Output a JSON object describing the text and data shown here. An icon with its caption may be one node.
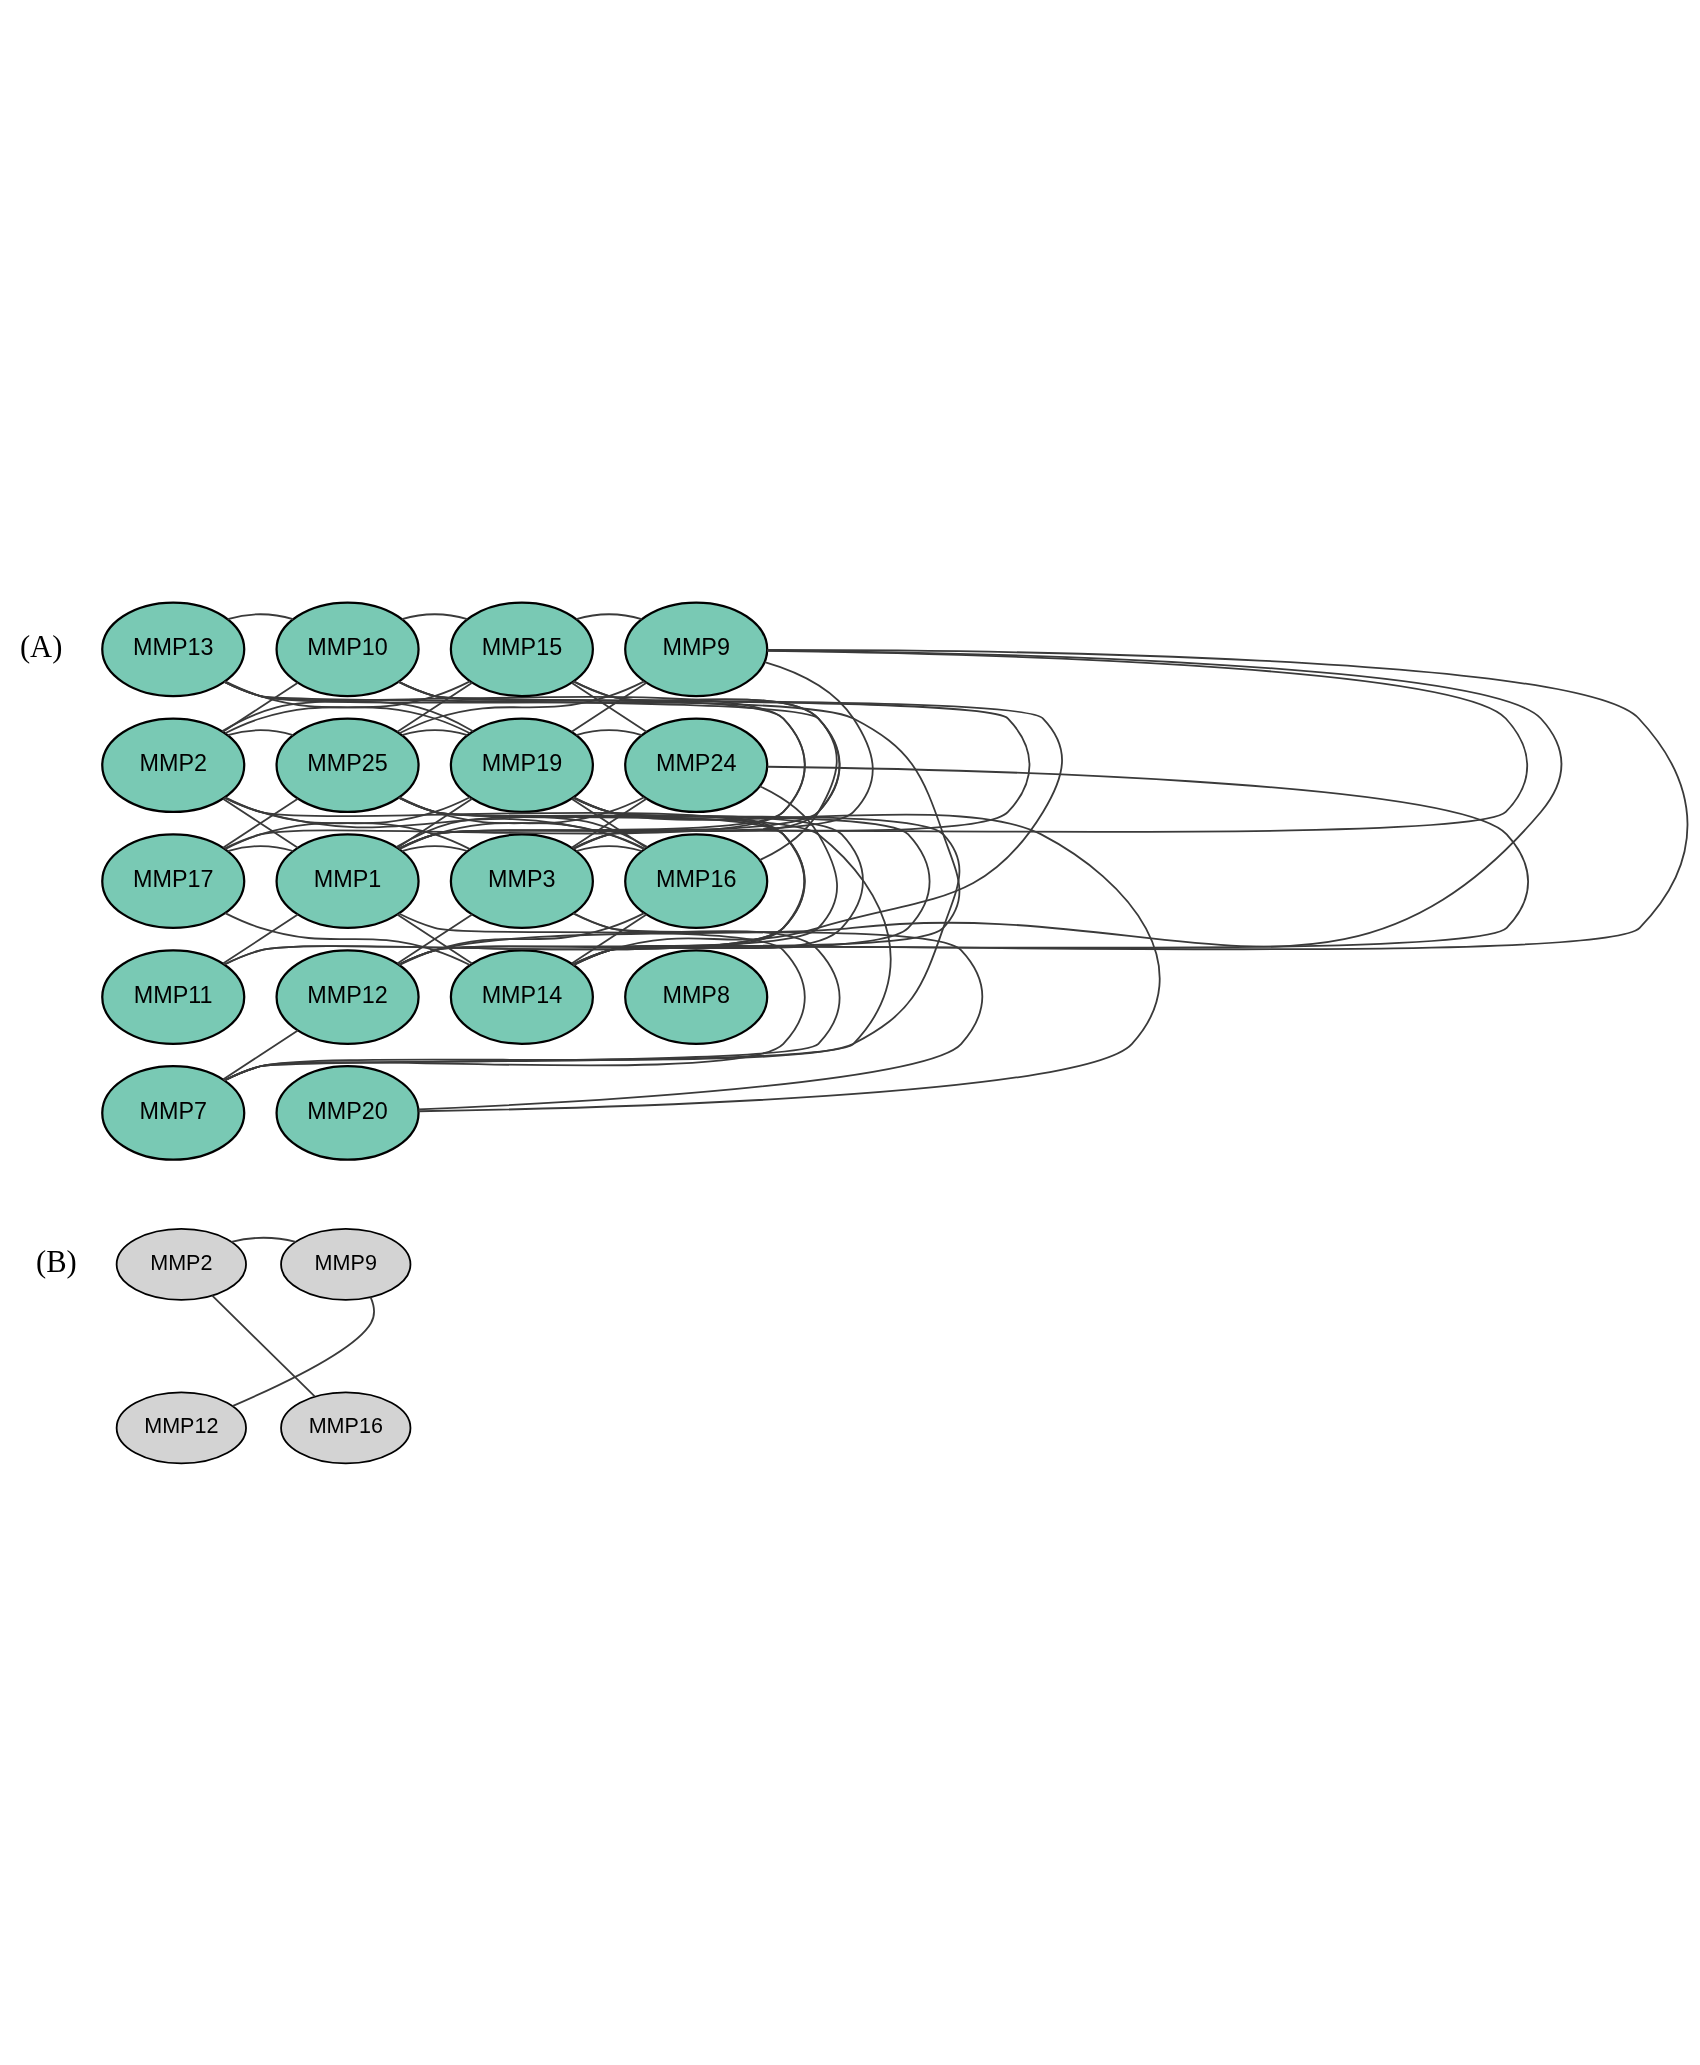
{
  "diagram": {
    "nodes": [
      {
        "text": [
          "MMP13"
        ]
      },
      {
        "text": [
          "MMP10"
        ]
      },
      {
        "text": [
          "MMP15"
        ]
      },
      {
        "text": [
          "MMP9"
        ]
      },
      {
        "text": [
          "MMP2"
        ]
      },
      {
        "text": [
          "MMP25"
        ]
      },
      {
        "text": [
          "MMP19"
        ]
      },
      {
        "text": [
          "MMP24"
        ]
      },
      {
        "text": [
          "MMP17"
        ]
      },
      {
        "text": [
          "MMP1"
        ]
      },
      {
        "text": [
          "MMP3"
        ]
      },
      {
        "text": [
          "MMP16"
        ]
      },
      {
        "text": [
          "MMP11"
        ]
      },
      {
        "text": [
          "MMP12"
        ]
      },
      {
        "text": [
          "MMP14"
        ]
      },
      {
        "text": [
          "MMP8"
        ]
      },
      {
        "text": [
          "MMP7"
        ]
      },
      {
        "text": [
          "MMP20"
        ]
      },
      {
        "text": [
          "MMP2"
        ]
      },
      {
        "text": [
          "MMP9"
        ]
      },
      {
        "text": [
          "MMP12"
        ]
      },
      {
        "text": [
          "MMP16"
        ]
      }
    ],
    "edges": [
      {
        "from": 0,
        "to": 1,
        "arrow": "none"
      },
      {
        "from": 1,
        "to": 2,
        "arrow": "none"
      },
      {
        "from": 2,
        "to": 3,
        "arrow": "none"
      },
      {
        "from": 4,
        "to": 5,
        "arrow": "none"
      },
      {
        "from": 5,
        "to": 6,
        "arrow": "none"
      },
      {
        "from": 6,
        "to": 7,
        "arrow": "none"
      },
      {
        "from": 8,
        "to": 9,
        "arrow": "none"
      },
      {
        "from": 9,
        "to": 10,
        "arrow": "none"
      },
      {
        "from": 10,
        "to": 11,
        "arrow": "none"
      },
      {
        "from": 0,
        "to": 6,
        "arrow": "none"
      },
      {
        "from": 0,
        "to": 9,
        "arrow": "none"
      },
      {
        "from": 0,
        "to": 10,
        "arrow": "none"
      },
      {
        "from": 0,
        "to": 14,
        "arrow": "none"
      },
      {
        "from": 4,
        "to": 1,
        "arrow": "none"
      },
      {
        "from": 4,
        "to": 2,
        "arrow": "none"
      },
      {
        "from": 4,
        "to": 6,
        "arrow": "none"
      },
      {
        "from": 4,
        "to": 9,
        "arrow": "none"
      },
      {
        "from": 4,
        "to": 10,
        "arrow": "none"
      },
      {
        "from": 4,
        "to": 11,
        "arrow": "none"
      },
      {
        "from": 4,
        "to": 14,
        "arrow": "none"
      },
      {
        "from": 8,
        "to": 5,
        "arrow": "none"
      },
      {
        "from": 8,
        "to": 1,
        "arrow": "none"
      },
      {
        "from": 8,
        "to": 6,
        "arrow": "none"
      },
      {
        "from": 8,
        "to": 14,
        "arrow": "none"
      },
      {
        "from": 12,
        "to": 5,
        "arrow": "none"
      },
      {
        "from": 12,
        "to": 9,
        "arrow": "none"
      },
      {
        "from": 12,
        "to": 6,
        "arrow": "none"
      },
      {
        "from": 16,
        "to": 5,
        "arrow": "none"
      },
      {
        "from": 16,
        "to": 9,
        "arrow": "none"
      },
      {
        "from": 16,
        "to": 13,
        "arrow": "none"
      },
      {
        "from": 16,
        "to": 10,
        "arrow": "none"
      },
      {
        "from": 16,
        "to": 6,
        "arrow": "none"
      },
      {
        "from": 13,
        "to": 6,
        "arrow": "none"
      },
      {
        "from": 13,
        "to": 10,
        "arrow": "none"
      },
      {
        "from": 13,
        "to": 3,
        "arrow": "none"
      },
      {
        "from": 13,
        "to": 11,
        "arrow": "none"
      },
      {
        "from": 13,
        "to": 7,
        "arrow": "none"
      },
      {
        "from": 17,
        "to": 10,
        "arrow": "none"
      },
      {
        "from": 17,
        "to": 6,
        "arrow": "none"
      },
      {
        "from": 1,
        "to": 10,
        "arrow": "none"
      },
      {
        "from": 1,
        "to": 14,
        "arrow": "none"
      },
      {
        "from": 5,
        "to": 2,
        "arrow": "none"
      },
      {
        "from": 5,
        "to": 3,
        "arrow": "none"
      },
      {
        "from": 5,
        "to": 11,
        "arrow": "none"
      },
      {
        "from": 5,
        "to": 14,
        "arrow": "none"
      },
      {
        "from": 9,
        "to": 6,
        "arrow": "none"
      },
      {
        "from": 9,
        "to": 3,
        "arrow": "none"
      },
      {
        "from": 9,
        "to": 7,
        "arrow": "none"
      },
      {
        "from": 9,
        "to": 11,
        "arrow": "none"
      },
      {
        "from": 9,
        "to": 2,
        "arrow": "none"
      },
      {
        "from": 9,
        "to": 14,
        "arrow": "none"
      },
      {
        "from": 2,
        "to": 7,
        "arrow": "none"
      },
      {
        "from": 2,
        "to": 11,
        "arrow": "none"
      },
      {
        "from": 6,
        "to": 3,
        "arrow": "none"
      },
      {
        "from": 6,
        "to": 11,
        "arrow": "none"
      },
      {
        "from": 10,
        "to": 3,
        "arrow": "none"
      },
      {
        "from": 10,
        "to": 7,
        "arrow": "none"
      },
      {
        "from": 14,
        "to": 3,
        "arrow": "none"
      },
      {
        "from": 14,
        "to": 11,
        "arrow": "none"
      },
      {
        "from": 14,
        "to": 7,
        "arrow": "none"
      },
      {
        "from": 18,
        "to": 19,
        "arrow": "none"
      },
      {
        "from": 18,
        "to": 21,
        "arrow": "none"
      },
      {
        "from": 20,
        "to": 19,
        "arrow": "none"
      }
    ],
    "labels": [
      "(A)",
      "(B)"
    ]
  }
}
